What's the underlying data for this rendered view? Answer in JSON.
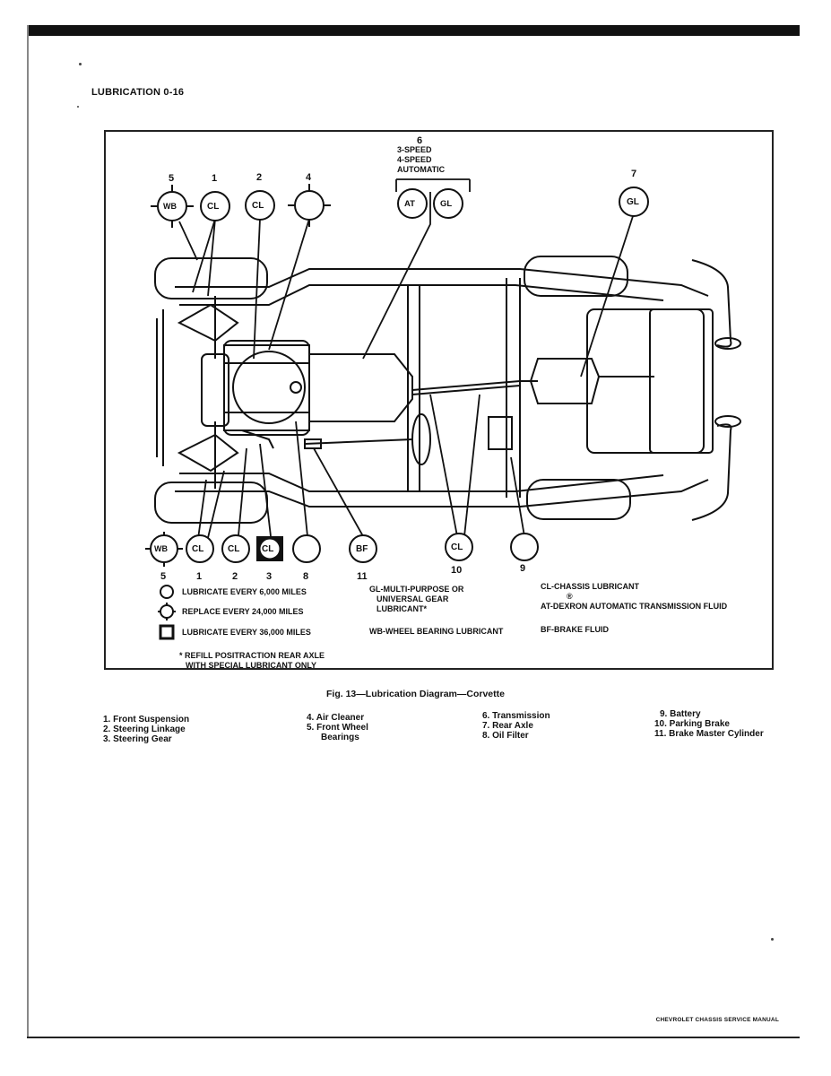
{
  "page_header": "LUBRICATION 0-16",
  "diagram": {
    "transmission_callout": {
      "number": "6",
      "lines": [
        "3-SPEED",
        "4-SPEED",
        "AUTOMATIC"
      ],
      "badges": [
        "AT",
        "GL"
      ]
    },
    "top_callouts": [
      {
        "number": "5",
        "code": "WB"
      },
      {
        "number": "1",
        "code": "CL"
      },
      {
        "number": "2",
        "code": "CL"
      },
      {
        "number": "4",
        "code": ""
      },
      {
        "number": "7",
        "code": "GL"
      }
    ],
    "bottom_callouts": [
      {
        "number": "5",
        "code": "WB"
      },
      {
        "number": "1",
        "code": "CL"
      },
      {
        "number": "2",
        "code": "CL"
      },
      {
        "number": "3",
        "code": "CL"
      },
      {
        "number": "8",
        "code": ""
      },
      {
        "number": "11",
        "code": "BF"
      },
      {
        "number": "10",
        "code": "CL"
      },
      {
        "number": "9",
        "code": ""
      }
    ],
    "symbol_legend": [
      "LUBRICATE EVERY 6,000 MILES",
      "REPLACE EVERY 24,000 MILES",
      "LUBRICATE EVERY 36,000 MILES"
    ],
    "footnote_lines": [
      "* REFILL POSITRACTION REAR AXLE",
      "WITH SPECIAL LUBRICANT ONLY"
    ],
    "gl_note_lines": [
      "GL-MULTI-PURPOSE OR",
      "UNIVERSAL GEAR",
      "LUBRICANT*"
    ],
    "wb_note": "WB-WHEEL BEARING LUBRICANT",
    "cl_note": "CL-CHASSIS LUBRICANT",
    "reg_mark": "®",
    "at_note": "AT-DEXRON AUTOMATIC TRANSMISSION FLUID",
    "bf_note": "BF-BRAKE FLUID"
  },
  "caption": "Fig. 13—Lubrication Diagram—Corvette",
  "parts_legend": [
    [
      "1. Front Suspension",
      "2. Steering Linkage",
      "3. Steering Gear"
    ],
    [
      "4. Air Cleaner",
      "5. Front Wheel",
      "Bearings"
    ],
    [
      "6. Transmission",
      "7. Rear Axle",
      "8. Oil Filter"
    ],
    [
      "9. Battery",
      "10. Parking Brake",
      "11. Brake Master Cylinder"
    ]
  ],
  "footer": "CHEVROLET CHASSIS SERVICE MANUAL"
}
